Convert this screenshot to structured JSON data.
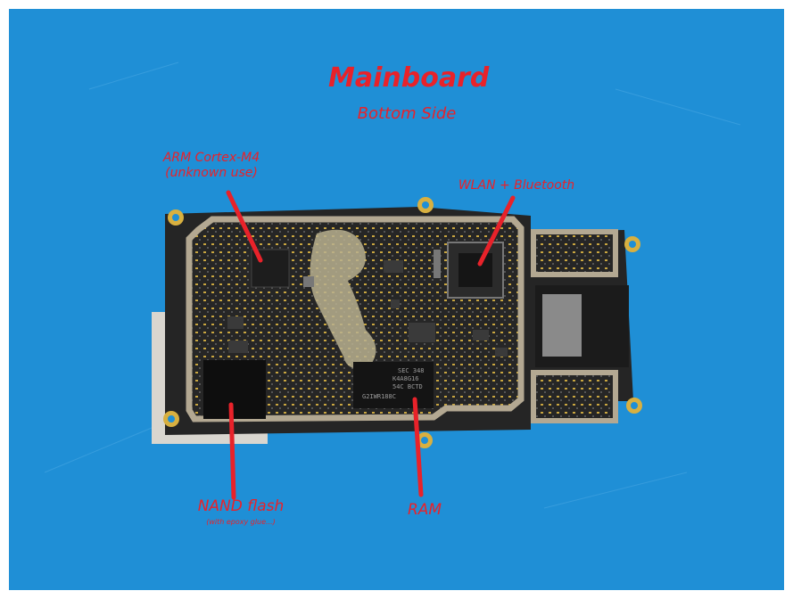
{
  "photo": {
    "title": "Mainboard",
    "subtitle": "Bottom Side",
    "annotations": [
      {
        "key": "arm",
        "line1": "ARM Cortex-M4",
        "line2": "(unknown use)"
      },
      {
        "key": "wlan",
        "line1": "WLAN + Bluetooth"
      },
      {
        "key": "nand",
        "line1": "NAND flash",
        "line2": "(with epoxy glue...)"
      },
      {
        "key": "ram",
        "line1": "RAM"
      }
    ],
    "chip_marking": {
      "line1": "SEC 348",
      "line2": "K4A8G16",
      "line3": "54C BCTD",
      "line4": "G2IWR188C"
    },
    "colors": {
      "background": "#1f8fd6",
      "board": "#2a2a2a",
      "shield": "#b3a892",
      "annotation": "#e8222a",
      "gold": "#d8b040"
    }
  }
}
